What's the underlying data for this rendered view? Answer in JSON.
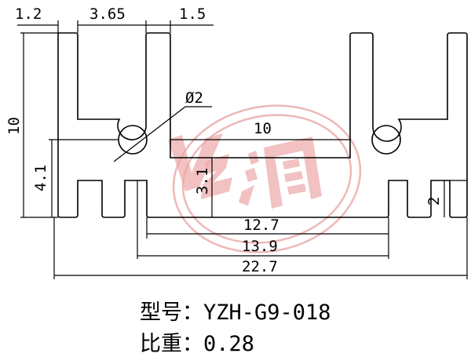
{
  "dimensions": {
    "top_left": "1.2",
    "top_mid": "3.65",
    "top_right": "1.5",
    "height_total": "10",
    "height_lower": "4.1",
    "hole_diameter": "Ø2",
    "channel_width": "10",
    "channel_depth": "3.1",
    "fin_height": "2",
    "inner_span": "12.7",
    "mid_span": "13.9",
    "total_width": "22.7"
  },
  "caption": {
    "model": "型号：YZH-G9-018",
    "weight": "比重：0.28"
  },
  "watermark": {
    "color": "#e8a0a0",
    "text": "亿润"
  }
}
